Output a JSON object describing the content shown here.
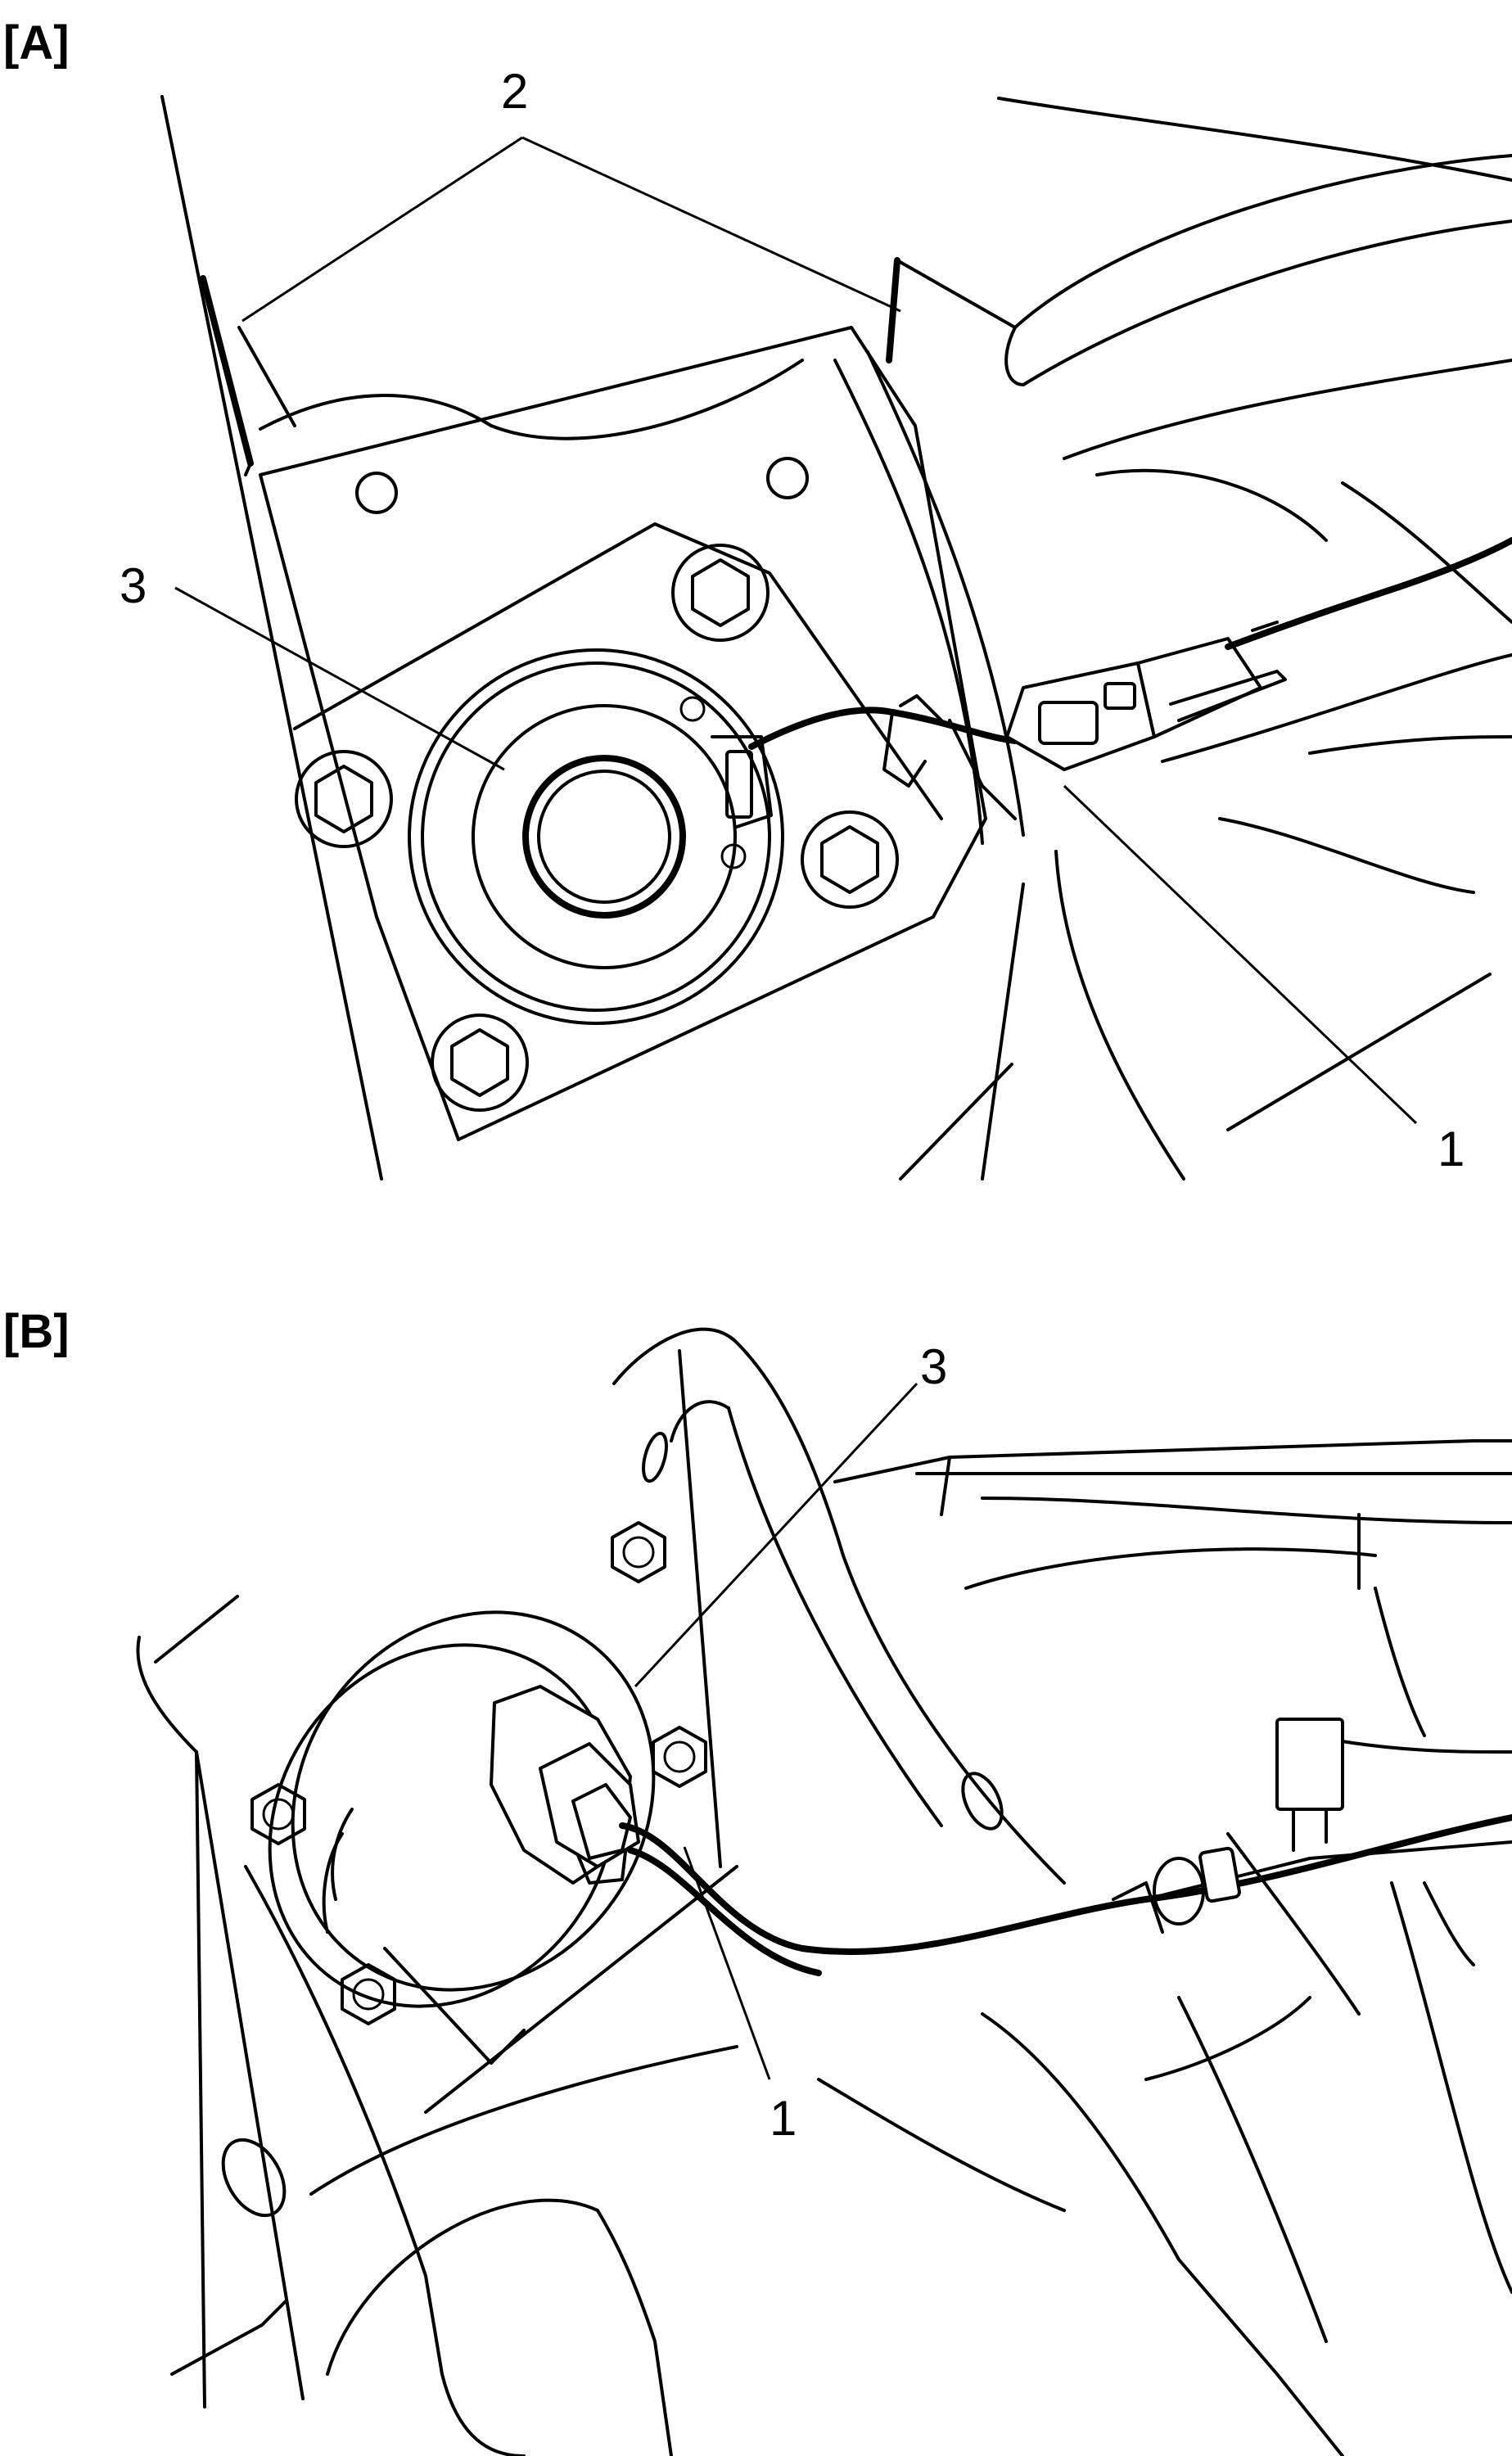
{
  "panels": [
    {
      "id": "A",
      "label": "[A]",
      "callouts": [
        "1",
        "2",
        "3"
      ]
    },
    {
      "id": "B",
      "label": "[B]",
      "callouts": [
        "1",
        "3"
      ]
    }
  ]
}
